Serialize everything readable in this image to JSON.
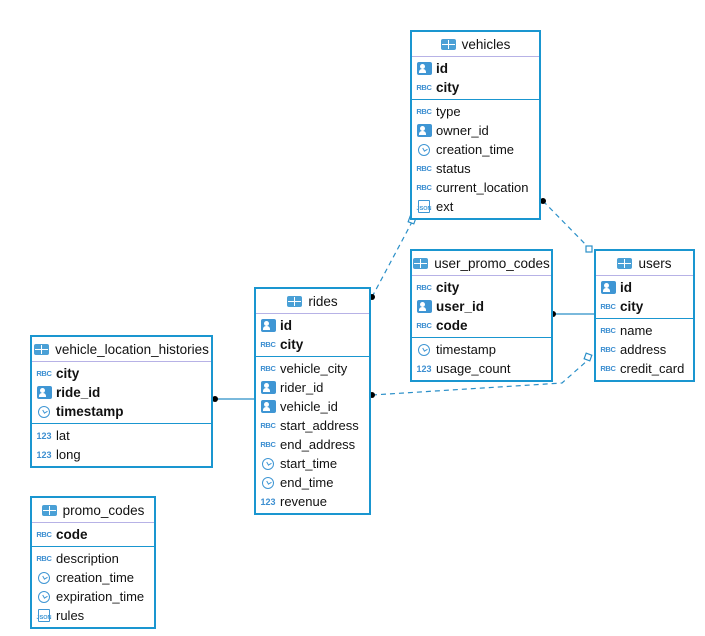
{
  "colors": {
    "border": "#1a96d0",
    "link": "#2a8fc8",
    "icon": "#3f96d4"
  },
  "tables": [
    {
      "id": "vehicles",
      "name": "vehicles",
      "keys": [
        {
          "name": "id",
          "icon": "id-card-icon"
        },
        {
          "name": "city",
          "icon": "abc-icon"
        }
      ],
      "columns": [
        {
          "name": "type",
          "icon": "abc-icon"
        },
        {
          "name": "owner_id",
          "icon": "id-card-icon"
        },
        {
          "name": "creation_time",
          "icon": "clock-icon"
        },
        {
          "name": "status",
          "icon": "abc-icon"
        },
        {
          "name": "current_location",
          "icon": "abc-icon"
        },
        {
          "name": "ext",
          "icon": "json-icon"
        }
      ]
    },
    {
      "id": "user_promo_codes",
      "name": "user_promo_codes",
      "keys": [
        {
          "name": "city",
          "icon": "abc-icon"
        },
        {
          "name": "user_id",
          "icon": "id-card-icon"
        },
        {
          "name": "code",
          "icon": "abc-icon"
        }
      ],
      "columns": [
        {
          "name": "timestamp",
          "icon": "clock-icon"
        },
        {
          "name": "usage_count",
          "icon": "number-icon"
        }
      ]
    },
    {
      "id": "users",
      "name": "users",
      "keys": [
        {
          "name": "id",
          "icon": "id-card-icon"
        },
        {
          "name": "city",
          "icon": "abc-icon"
        }
      ],
      "columns": [
        {
          "name": "name",
          "icon": "abc-icon"
        },
        {
          "name": "address",
          "icon": "abc-icon"
        },
        {
          "name": "credit_card",
          "icon": "abc-icon"
        }
      ]
    },
    {
      "id": "rides",
      "name": "rides",
      "keys": [
        {
          "name": "id",
          "icon": "id-card-icon"
        },
        {
          "name": "city",
          "icon": "abc-icon"
        }
      ],
      "columns": [
        {
          "name": "vehicle_city",
          "icon": "abc-icon"
        },
        {
          "name": "rider_id",
          "icon": "id-card-icon"
        },
        {
          "name": "vehicle_id",
          "icon": "id-card-icon"
        },
        {
          "name": "start_address",
          "icon": "abc-icon"
        },
        {
          "name": "end_address",
          "icon": "abc-icon"
        },
        {
          "name": "start_time",
          "icon": "clock-icon"
        },
        {
          "name": "end_time",
          "icon": "clock-icon"
        },
        {
          "name": "revenue",
          "icon": "number-icon"
        }
      ]
    },
    {
      "id": "vehicle_location_histories",
      "name": "vehicle_location_histories",
      "keys": [
        {
          "name": "city",
          "icon": "abc-icon"
        },
        {
          "name": "ride_id",
          "icon": "id-card-icon"
        },
        {
          "name": "timestamp",
          "icon": "clock-icon"
        }
      ],
      "columns": [
        {
          "name": "lat",
          "icon": "number-icon"
        },
        {
          "name": "long",
          "icon": "number-icon"
        }
      ]
    },
    {
      "id": "promo_codes",
      "name": "promo_codes",
      "keys": [
        {
          "name": "code",
          "icon": "abc-icon"
        }
      ],
      "columns": [
        {
          "name": "description",
          "icon": "abc-icon"
        },
        {
          "name": "creation_time",
          "icon": "clock-icon"
        },
        {
          "name": "expiration_time",
          "icon": "clock-icon"
        },
        {
          "name": "rules",
          "icon": "json-icon"
        }
      ]
    }
  ],
  "relations": [
    {
      "from": "vehicles",
      "to": "users",
      "style": "dashed"
    },
    {
      "from": "rides",
      "to": "vehicles",
      "style": "dashed"
    },
    {
      "from": "user_promo_codes",
      "to": "users",
      "style": "solid"
    },
    {
      "from": "rides",
      "to": "users",
      "style": "dashed"
    },
    {
      "from": "vehicle_location_histories",
      "to": "rides",
      "style": "solid"
    }
  ]
}
